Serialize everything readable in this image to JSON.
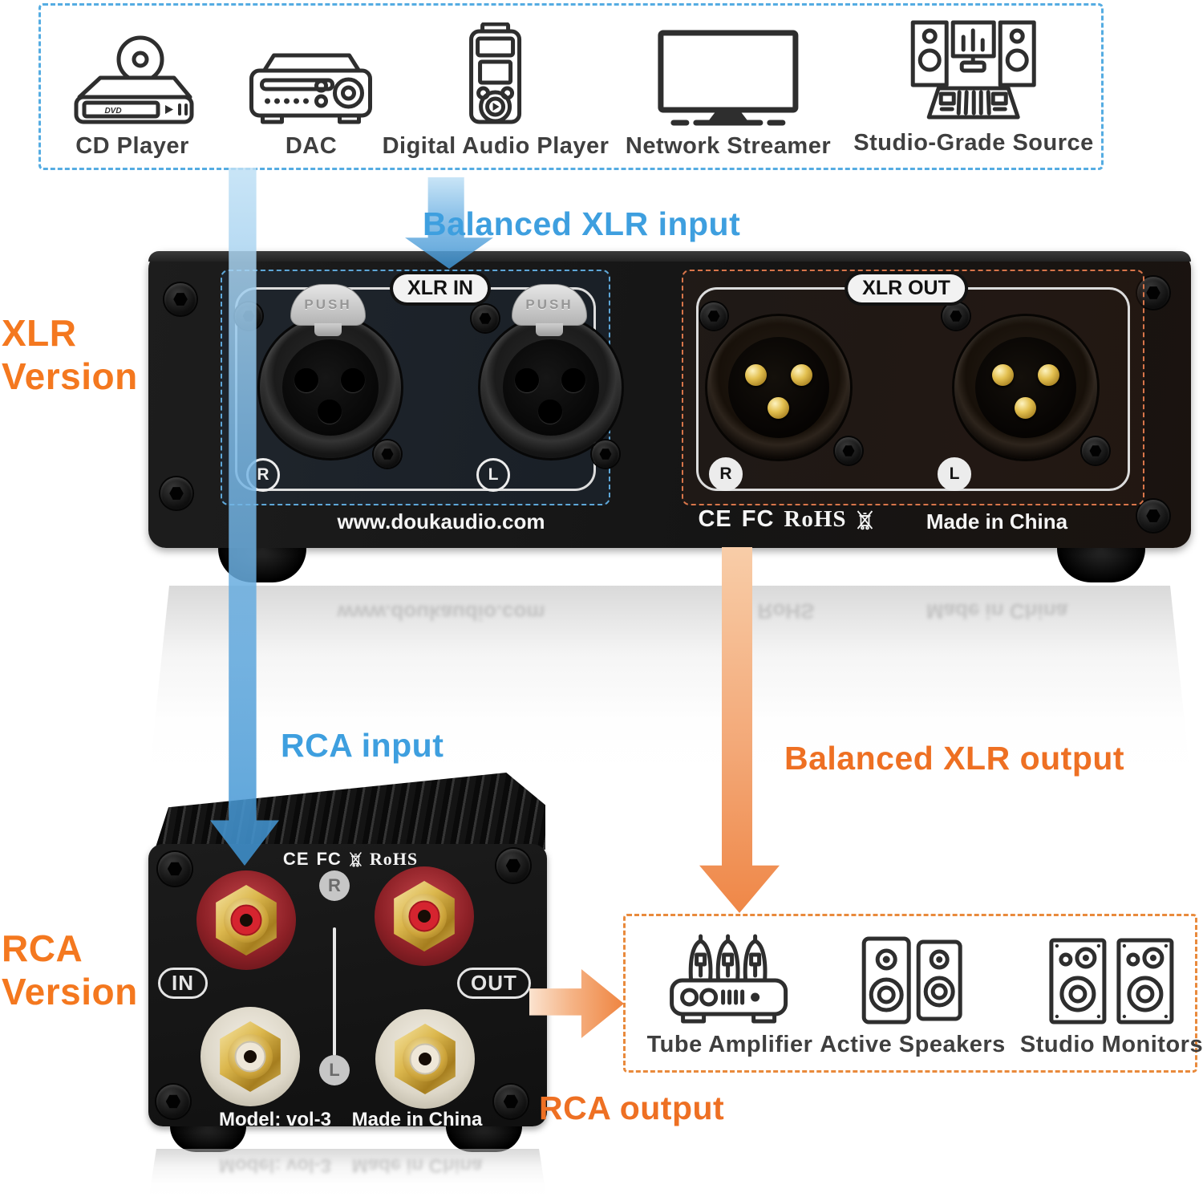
{
  "accent_colors": {
    "blue_text": "#3e9fdf",
    "orange_text": "#ee7023",
    "version_orange": "#f4781f",
    "dashed_blue": "#55ace2",
    "dashed_orange": "#e98a3c",
    "label_gray": "#3f3f3f"
  },
  "sources_box": {
    "items": [
      {
        "label": "CD Player",
        "icon": "cd-player-icon",
        "badge": "DVD"
      },
      {
        "label": "DAC",
        "icon": "dac-icon"
      },
      {
        "label": "Digital Audio Player",
        "icon": "digital-audio-player-icon"
      },
      {
        "label": "Network Streamer",
        "icon": "network-streamer-icon"
      },
      {
        "label": "Studio-Grade Source",
        "icon": "studio-grade-source-icon"
      }
    ]
  },
  "annotations": {
    "balanced_xlr_input": "Balanced XLR input",
    "xlr_version": {
      "line1": "XLR",
      "line2": "Version"
    },
    "rca_input": "RCA input",
    "balanced_xlr_output": "Balanced XLR output",
    "rca_version": {
      "line1": "RCA",
      "line2": "Version"
    },
    "rca_output": "RCA output"
  },
  "xlr_device": {
    "in_section": {
      "title": "XLR IN",
      "push_label": "PUSH",
      "right_channel": "R",
      "left_channel": "L"
    },
    "out_section": {
      "title": "XLR OUT",
      "right_channel": "R",
      "left_channel": "L"
    },
    "website": "www.doukaudio.com",
    "marks": {
      "ce": "CE",
      "fcc": "FC",
      "rohs": "RoHS"
    },
    "made_in": "Made in China"
  },
  "rca_device": {
    "marks": {
      "ce": "CE",
      "fcc": "FC",
      "rohs": "RoHS"
    },
    "input_label": "IN",
    "output_label": "OUT",
    "right_channel": "R",
    "left_channel": "L",
    "model": "Model: vol-3",
    "made_in": "Made in China"
  },
  "destinations_box": {
    "items": [
      {
        "label": "Tube Amplifier",
        "icon": "tube-amplifier-icon"
      },
      {
        "label": "Active Speakers",
        "icon": "active-speakers-icon"
      },
      {
        "label": "Studio Monitors",
        "icon": "studio-monitors-icon"
      }
    ]
  }
}
